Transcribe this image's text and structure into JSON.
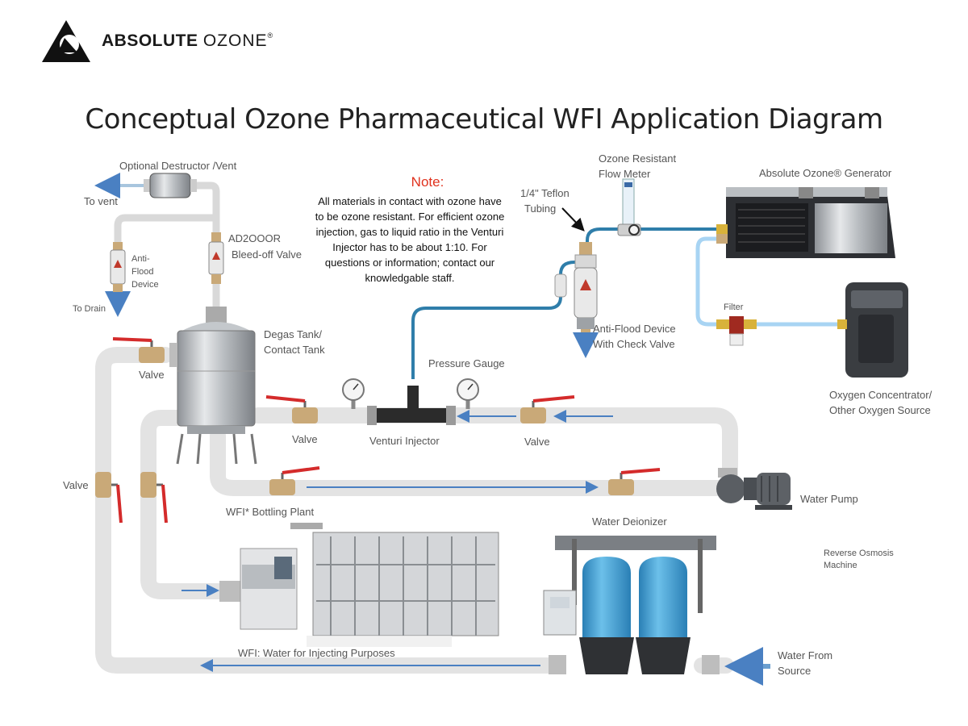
{
  "brand": {
    "name_bold": "ABSOLUTE",
    "name_light": "OZONE",
    "mark": "®"
  },
  "title": "Conceptual Ozone Pharmaceutical WFI Application Diagram",
  "note": {
    "heading": "Note:",
    "body": "All materials in contact with ozone have to be ozone resistant. For efficient ozone injection, gas to liquid ratio in the Venturi Injector has to be about 1:10. For questions or information; contact our knowledgable staff."
  },
  "labels": {
    "optional_destructor": "Optional Destructor /Vent",
    "to_vent": "To vent",
    "anti_flood_line1": "Anti-",
    "anti_flood_line2": "Flood",
    "anti_flood_line3": "Device",
    "to_drain": "To Drain",
    "bleed_line1": "AD2OOOR",
    "bleed_line2": "Bleed-off Valve",
    "degas_line1": "Degas Tank/",
    "degas_line2": "Contact Tank",
    "valve": "Valve",
    "pressure_gauge": "Pressure Gauge",
    "venturi": "Venturi Injector",
    "teflon_line1": "1/4\" Teflon",
    "teflon_line2": "Tubing",
    "flow_meter_line1": "Ozone Resistant",
    "flow_meter_line2": "Flow Meter",
    "generator": "Absolute Ozone® Generator",
    "filter": "Filter",
    "check_valve_line1": "Anti-Flood Device",
    "check_valve_line2": "With Check Valve",
    "oxygen_line1": "Oxygen Concentrator/",
    "oxygen_line2": "Other Oxygen Source",
    "water_pump": "Water Pump",
    "bottling": "WFI* Bottling Plant",
    "deionizer": "Water Deionizer",
    "ro_line1": "Reverse Osmosis",
    "ro_line2": "Machine",
    "wfi": "WFI: Water for Injecting Purposes",
    "source_line1": "Water From",
    "source_line2": "Source"
  },
  "colors": {
    "pipe": "#e3e3e3",
    "tubing": "#2f7eaa",
    "oxygen_tube": "#a8d4f3",
    "flow_arrow": "#4a80c2",
    "note_heading": "#e0321e",
    "valve_handle": "#d42b2b",
    "brass": "#c9a978",
    "deionizer_tank": "#3f98cc"
  }
}
